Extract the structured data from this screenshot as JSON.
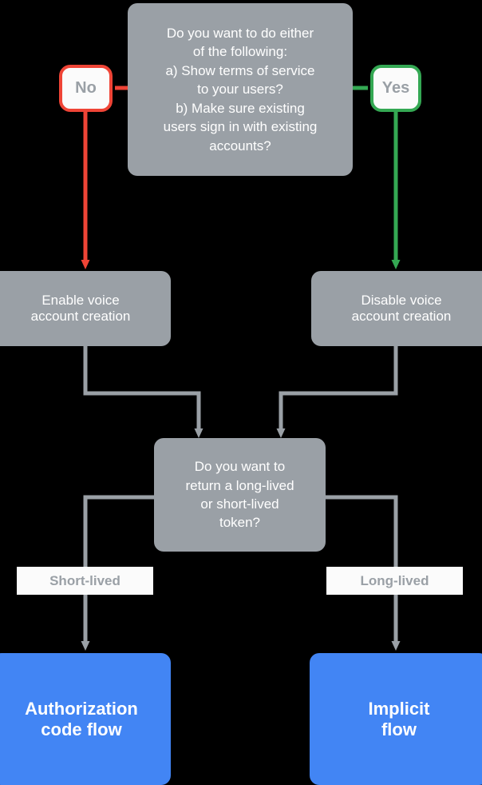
{
  "diagram": {
    "title": "Account linking flow decision chart",
    "colors": {
      "background": "#000000",
      "node_gray": "#9aa0a6",
      "node_blue": "#4285f4",
      "yes_green": "#34a853",
      "no_red": "#ef4436",
      "connector_gray": "#9aa0a6",
      "label_text": "#9aa0a6",
      "node_text": "#ffffff"
    },
    "nodes": {
      "decision_top": {
        "id": "decision-terms-or-existing-accounts",
        "type": "decision",
        "lines": [
          "Do you want to do either",
          "of the following:",
          "a) Show terms of service",
          "to your users?",
          "b) Make sure existing",
          "users sign in with existing",
          "accounts?"
        ]
      },
      "enable_voice": {
        "id": "enable-voice-account-creation",
        "type": "process",
        "lines": [
          "Enable voice",
          "account creation"
        ]
      },
      "disable_voice": {
        "id": "disable-voice-account-creation",
        "type": "process",
        "lines": [
          "Disable voice",
          "account creation"
        ]
      },
      "decision_token": {
        "id": "decision-token-lifetime",
        "type": "decision",
        "lines": [
          "Do you want to",
          "return a long-lived",
          "or short-lived",
          "token?"
        ]
      },
      "authorization_code_flow": {
        "id": "authorization-code-flow",
        "type": "terminal",
        "lines": [
          "Authorization",
          "code flow"
        ]
      },
      "implicit_flow": {
        "id": "implicit-flow",
        "type": "terminal",
        "lines": [
          "Implicit",
          "flow"
        ]
      }
    },
    "edge_labels": {
      "no": "No",
      "yes": "Yes",
      "short_lived": "Short-lived",
      "long_lived": "Long-lived"
    }
  }
}
